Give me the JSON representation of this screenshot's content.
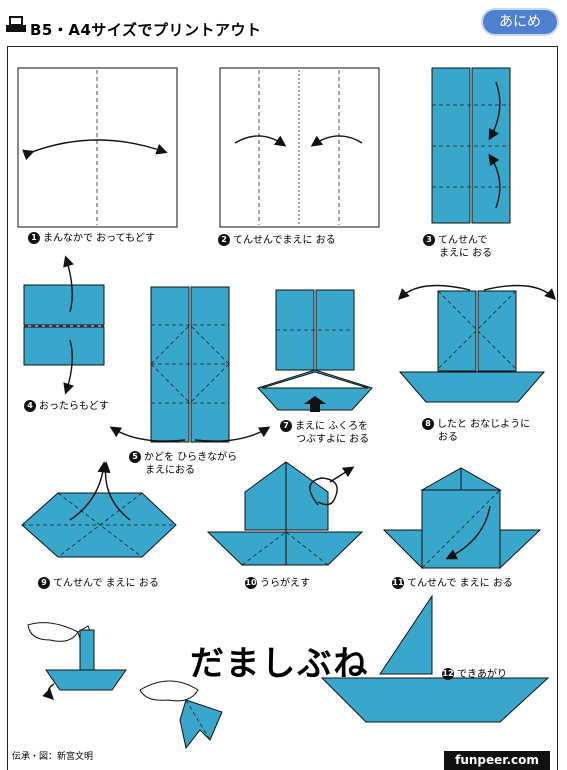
{
  "header": {
    "title": "B5・A4サイズでプリントアウト",
    "badge": "あにめ"
  },
  "steps": [
    {
      "num": "1",
      "text": "まんなかで おってもどす"
    },
    {
      "num": "2",
      "text": "てんせんでまえに おる"
    },
    {
      "num": "3",
      "line1": "てんせんで",
      "line2": "まえに おる"
    },
    {
      "num": "4",
      "text": "おったらもどす"
    },
    {
      "num": "5",
      "line1": "かどを ひらきながら",
      "line2": "まえにおる"
    },
    {
      "num": "7",
      "line1": "まえに ふくろを",
      "line2": "つぶすよに おる"
    },
    {
      "num": "8",
      "line1": "したと おなじように",
      "line2": "おる"
    },
    {
      "num": "9",
      "text": "てんせんで まえに おる"
    },
    {
      "num": "10",
      "text": "うらがえす"
    },
    {
      "num": "11",
      "text": "てんせんで まえに おる"
    },
    {
      "num": "12",
      "text": "できあがり"
    }
  ],
  "title": "だましぶね",
  "credit": "伝承・図：新宮文明",
  "logo": "funpeer.com",
  "colors": {
    "paper_blue": "#39a7cc",
    "badge": "#4e7fd0"
  },
  "icons": {
    "printer": "printer-icon"
  }
}
